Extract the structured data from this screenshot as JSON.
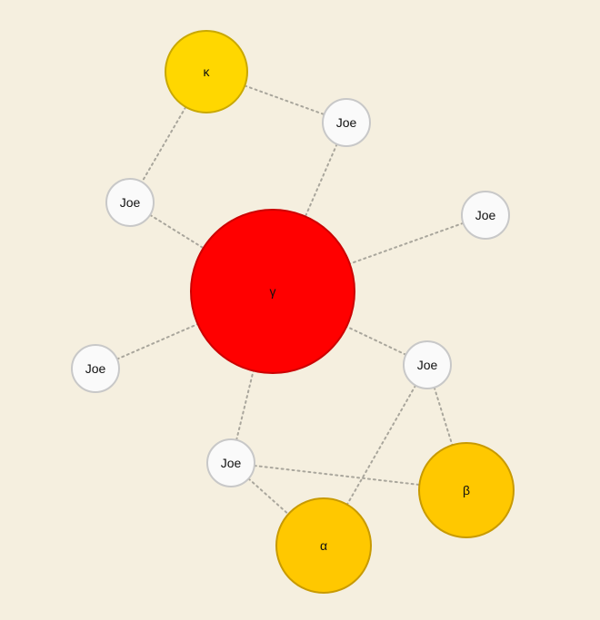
{
  "colors": {
    "background": "#f5efdf",
    "edge": "#a9a69c",
    "joe_fill": "#fafafa",
    "joe_stroke": "#c8c8c8",
    "gamma_fill": "#ff0000",
    "gamma_stroke": "#cc0000",
    "kappa_fill": "#ffd700",
    "kappa_stroke": "#c9a800",
    "greek_fill": "#ffc800",
    "greek_stroke": "#c89a00"
  },
  "nodes": {
    "kappa": {
      "label": "κ",
      "kind": "hub"
    },
    "gamma": {
      "label": "γ",
      "kind": "hub"
    },
    "alpha": {
      "label": "α",
      "kind": "hub"
    },
    "beta": {
      "label": "β",
      "kind": "hub"
    },
    "joe1": {
      "label": "Joe",
      "kind": "person"
    },
    "joe2": {
      "label": "Joe",
      "kind": "person"
    },
    "joe3": {
      "label": "Joe",
      "kind": "person"
    },
    "joe4": {
      "label": "Joe",
      "kind": "person"
    },
    "joe5": {
      "label": "Joe",
      "kind": "person"
    },
    "joe6": {
      "label": "Joe",
      "kind": "person"
    }
  },
  "edges": [
    {
      "from": "kappa",
      "to": "joe1"
    },
    {
      "from": "kappa",
      "to": "joe2"
    },
    {
      "from": "joe1",
      "to": "gamma"
    },
    {
      "from": "joe2",
      "to": "gamma"
    },
    {
      "from": "joe3",
      "to": "gamma"
    },
    {
      "from": "joe4",
      "to": "gamma"
    },
    {
      "from": "joe5",
      "to": "gamma"
    },
    {
      "from": "joe6",
      "to": "gamma"
    },
    {
      "from": "joe5",
      "to": "alpha"
    },
    {
      "from": "joe5",
      "to": "beta"
    },
    {
      "from": "joe6",
      "to": "alpha"
    },
    {
      "from": "joe6",
      "to": "beta"
    }
  ]
}
